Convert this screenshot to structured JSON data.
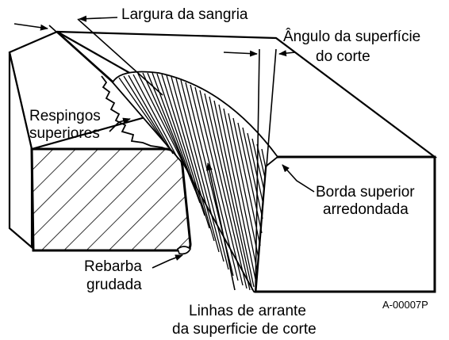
{
  "labels": {
    "kerf_width": "Largura da sangria",
    "cut_angle_line1": "Ângulo da superfície",
    "cut_angle_line2": "do corte",
    "top_spatter_line1": "Respingos",
    "top_spatter_line2": "superiores",
    "rounded_edge_line1": "Borda superior",
    "rounded_edge_line2": "arredondada",
    "dross_line1": "Rebarba",
    "dross_line2": "grudada",
    "drag_lines_line1": "Linhas de arrante",
    "drag_lines_line2": "da superficie de corte"
  },
  "figure_code": "A-00007P",
  "colors": {
    "ink": "#000000",
    "paper": "#ffffff"
  }
}
